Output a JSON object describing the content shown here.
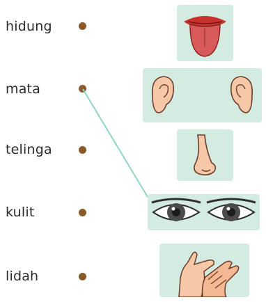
{
  "words": [
    "hidung",
    "mata",
    "telinga",
    "kulit",
    "lidah"
  ],
  "images": [
    "tongue",
    "ears",
    "nose",
    "eyes",
    "hands"
  ],
  "colors": {
    "card": "#d4ebe2",
    "dot": "#8a5a2b",
    "line": "#8ed6c6",
    "text": "#2b2b2b"
  }
}
